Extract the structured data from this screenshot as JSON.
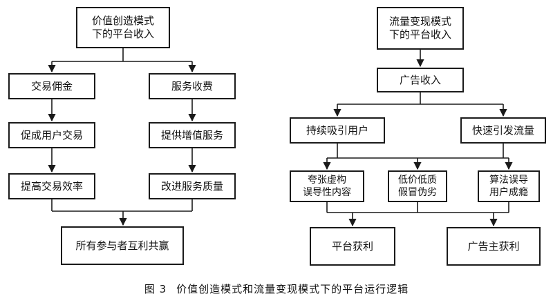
{
  "left": {
    "title": [
      "价值创造模式",
      "下的平台收入"
    ],
    "branch_a": [
      "交易佣金",
      "促成用户交易",
      "提高交易效率"
    ],
    "branch_b": [
      "服务收费",
      "提供增值服务",
      "改进服务质量"
    ],
    "result": "所有参与者互利共赢"
  },
  "right": {
    "title": [
      "流量变现模式",
      "下的平台收入"
    ],
    "ad": "广告收入",
    "branch_a": "持续吸引用户",
    "branch_b": "快速引发流量",
    "effects": [
      [
        "夸张虚构",
        "误导性内容"
      ],
      [
        "低价低质",
        "假冒伪劣"
      ],
      [
        "算法误导",
        "用户成瘾"
      ]
    ],
    "outcomes": [
      "平台获利",
      "广告主获利"
    ]
  },
  "caption": {
    "number": "图 3",
    "text": "价值创造模式和流量变现模式下的平台运行逻辑"
  }
}
